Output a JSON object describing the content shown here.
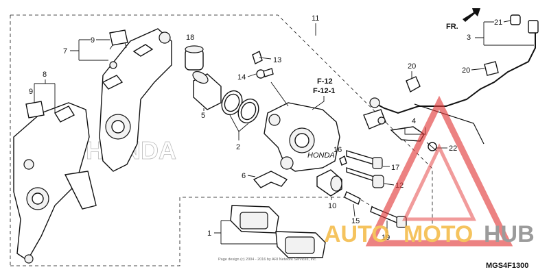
{
  "labels": {
    "l1": "1",
    "l2": "2",
    "l3": "3",
    "l4": "4",
    "l5": "5",
    "l6": "6",
    "l7": "7",
    "l8": "8",
    "l9a": "9",
    "l9b": "9",
    "l10": "10",
    "l11": "11",
    "l12": "12",
    "l13": "13",
    "l14": "14",
    "l15": "15",
    "l16": "16",
    "l17": "17",
    "l18": "18",
    "l19": "19",
    "l20a": "20",
    "l20b": "20",
    "l21": "21",
    "l22": "22"
  },
  "refs": {
    "f12": "F-12",
    "f121": "F-12-1"
  },
  "fr": "FR.",
  "diagram_code": "MGS4F1300",
  "copyright": "Page design (c) 2004 - 2016 by ARI Network Services, Inc.",
  "brand_mark": "HONDA",
  "brand_badge": "HONDA",
  "watermark": {
    "part1": "AUTO",
    "part2": "MOTO",
    "part3": "HUB"
  },
  "colors": {
    "watermark_orange": "#f4b942",
    "watermark_gray": "#8a8a8a",
    "watermark_red": "#e23b3b"
  }
}
